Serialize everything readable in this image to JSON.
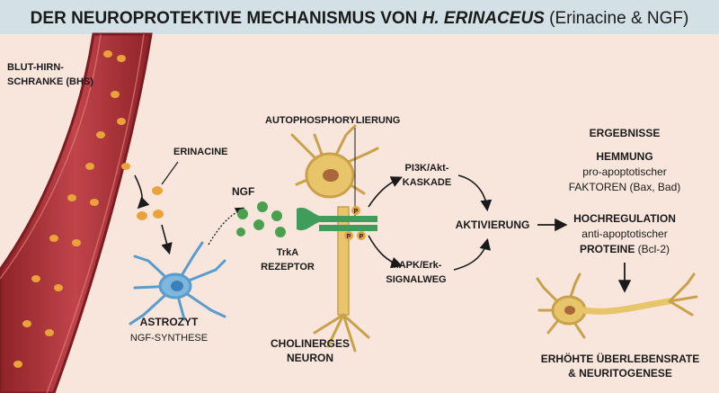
{
  "title": {
    "main": "DER NEUROPROTEKTIVE MECHANISMUS VON ",
    "species": "H. ERINACEUS",
    "suffix": " (Erinacine & NGF)"
  },
  "labels": {
    "bbb_line1": "BLUT-HIRN-",
    "bbb_line2": "SCHRANKE (BHS)",
    "erinacine": "ERINACINE",
    "ngf": "NGF",
    "autophosphorylation": "AUTOPHOSPHORYLIERUNG",
    "pi3k_line1": "PI3K/Akt-",
    "pi3k_line2": "KASKADE",
    "trka_line1": "TrkA",
    "trka_line2": "REZEPTOR",
    "mapk_line1": "MAPK/Erk-",
    "mapk_line2": "SIGNALWEG",
    "activation": "AKTIVIERUNG",
    "astrocyte": "ASTROZYT",
    "astrocyte_sub": "NGF-SYNTHESE",
    "neuron_line1": "CHOLINERGES",
    "neuron_line2": "NEURON",
    "phospho": "P"
  },
  "results": {
    "heading": "ERGEBNISSE",
    "inhibition": "HEMMUNG",
    "inhibition_l2": "pro-apoptotischer",
    "inhibition_l3": "FAKTOREN (Bax, Bad)",
    "upregulation": "HOCHREGULATION",
    "upregulation_l2": "anti-apoptotischer",
    "upregulation_l3_bold": "PROTEINE",
    "upregulation_l3_rest": " (Bcl-2)",
    "outcome_line1": "ERHÖHTE ÜBERLEBENSRATE",
    "outcome_line2": "& NEURITOGENESE"
  },
  "colors": {
    "title_bar": "#d3e0e6",
    "background": "#f8e6dc",
    "vessel": "#b5343a",
    "erinacine": "#eaa23a",
    "ngf": "#4ba04f",
    "astrocyte": "#7db7dc",
    "neuron": "#e8c46a",
    "receptor": "#3f9c5a"
  }
}
